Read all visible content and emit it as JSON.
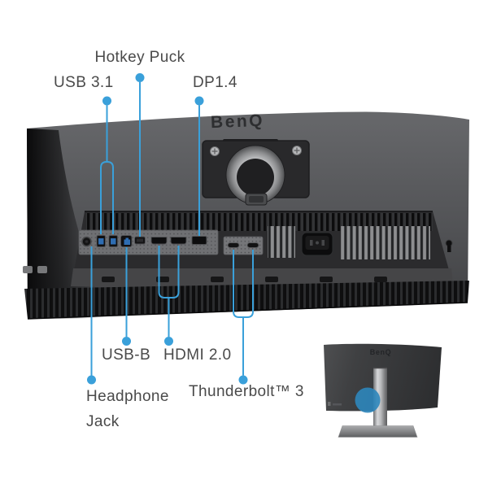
{
  "page": {
    "background_color": "#ffffff"
  },
  "colors": {
    "accent_blue": "#3aa0da",
    "label_gray": "#4a4a4a",
    "monitor_body": "#4a4b4d",
    "port_panel": "#6f7073",
    "usb_tongue_blue": "#2e6db2",
    "highlight_circle_blue": "#2e86bb"
  },
  "brand_logo": "BenQ",
  "callouts": [
    {
      "id": "hotkey-puck",
      "label": "Hotkey Puck",
      "position": "top"
    },
    {
      "id": "usb-3-1",
      "label": "USB 3.1",
      "position": "top"
    },
    {
      "id": "dp-1-4",
      "label": "DP1.4",
      "position": "top"
    },
    {
      "id": "usb-b",
      "label": "USB-B",
      "position": "bottom"
    },
    {
      "id": "hdmi-2-0",
      "label": "HDMI 2.0",
      "position": "bottom"
    },
    {
      "id": "headphone-jack",
      "label": "Headphone Jack",
      "label_lines": [
        "Headphone",
        "Jack"
      ],
      "position": "bottom"
    },
    {
      "id": "thunderbolt-3",
      "label": "Thunderbolt™ 3",
      "position": "bottom"
    }
  ],
  "port_icons": [
    "headphone-jack-port",
    "usb-a-port-1",
    "usb-a-port-2",
    "usb-b-port",
    "hotkey-puck-connector-port",
    "hdmi-port-1",
    "hdmi-port-2",
    "displayport-port",
    "thunderbolt-port-1",
    "thunderbolt-port-2",
    "ac-power-inlet",
    "kensington-lock-slot"
  ]
}
